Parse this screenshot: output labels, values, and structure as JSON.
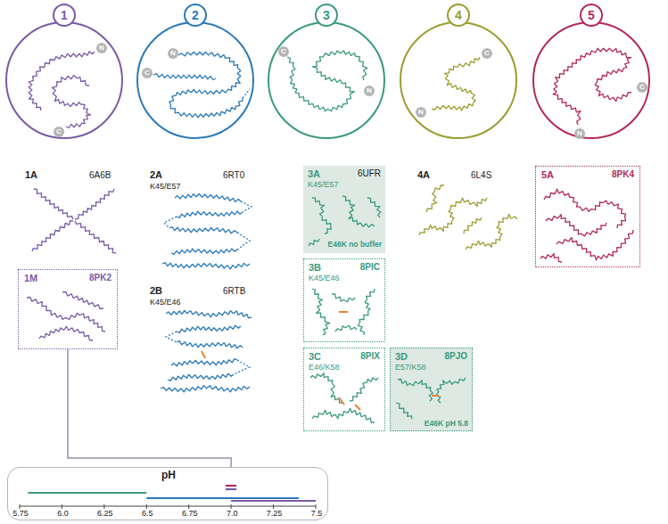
{
  "diagram": {
    "nodes": [
      {
        "text": [
          "1",
          "N",
          "C"
        ]
      },
      {
        "text": [
          "2",
          "N",
          "C"
        ]
      },
      {
        "text": [
          "3",
          "N",
          "C"
        ]
      },
      {
        "text": [
          "4",
          "N",
          "C"
        ]
      },
      {
        "text": [
          "5",
          "N",
          "C"
        ]
      },
      {
        "text": [
          "3A",
          "K45/E57",
          "6UFR",
          "E46K no buffer"
        ]
      },
      {
        "text": [
          "5A",
          "8PK4"
        ]
      },
      {
        "text": [
          "1M",
          "8PK2"
        ]
      },
      {
        "text": [
          "3B",
          "K45/E46",
          "8PIC"
        ]
      },
      {
        "text": [
          "3C",
          "E46/K58",
          "8PIX"
        ]
      },
      {
        "text": [
          "3D",
          "E57/K58",
          "8PJO",
          "E46K pH 5.8"
        ]
      },
      {
        "text": [
          "pH",
          "5.75",
          "6.0",
          "6.25",
          "6.5",
          "6.75",
          "7.0",
          "7.25",
          "7.5"
        ]
      }
    ],
    "edges": [
      {
        "from": 7,
        "to": 11,
        "arrow": "none"
      }
    ],
    "labels": [
      "1A",
      "6A6B",
      "2A",
      "K45/E57",
      "6RT0",
      "2B",
      "K45/E46",
      "6RTB",
      "4A",
      "6L4S"
    ]
  }
}
